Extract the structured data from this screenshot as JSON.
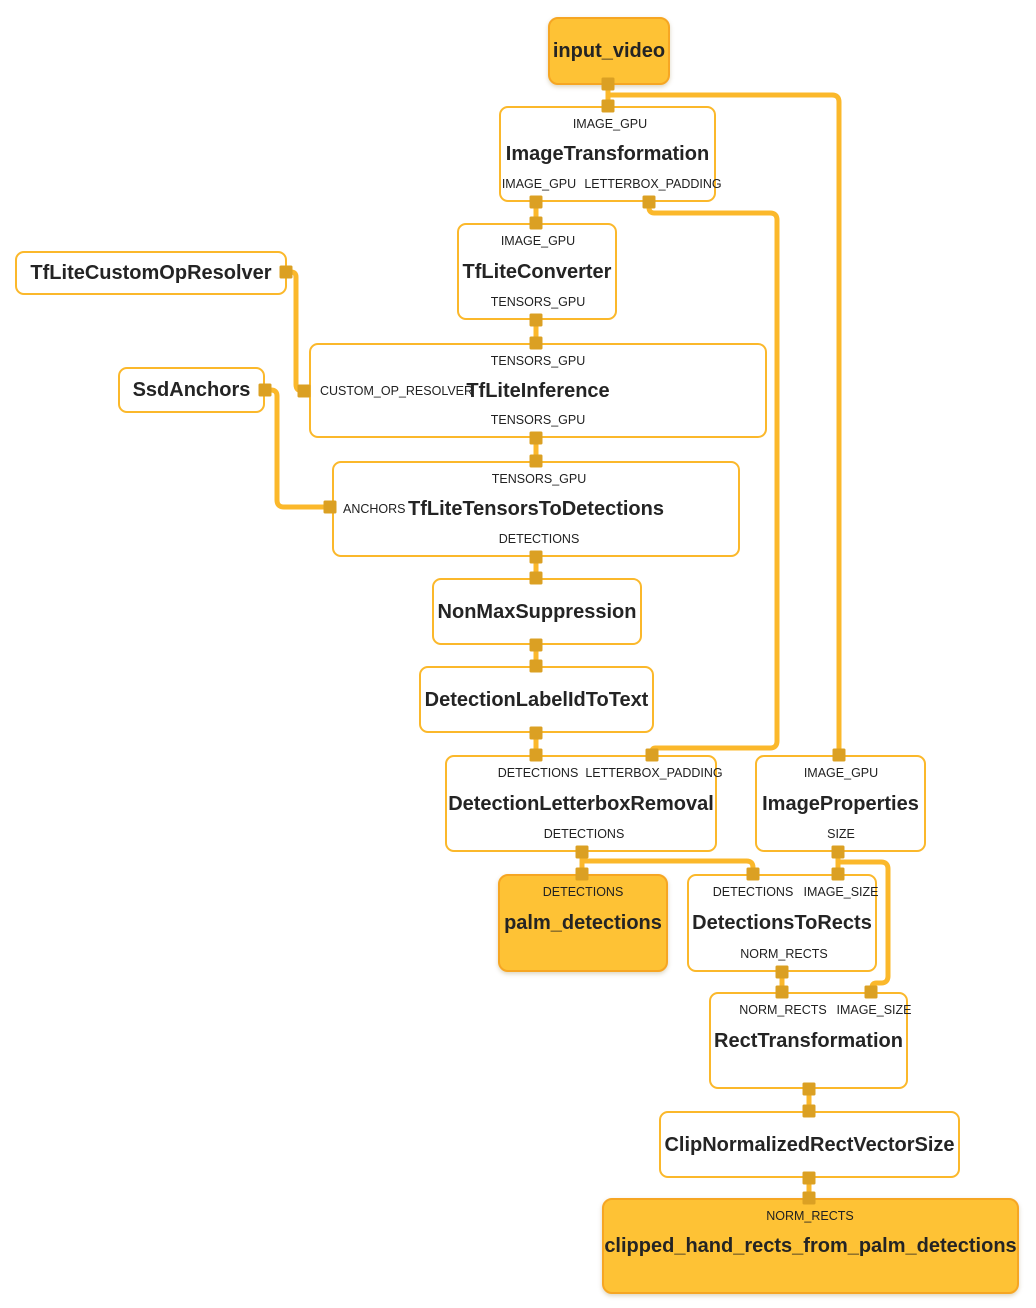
{
  "colors": {
    "edge": "#FBB82B",
    "connector": "#DBA023",
    "calculator_border": "#FBB82B",
    "stream_fill": "#FEC235",
    "stream_border": "#F6A623",
    "text": "#242424"
  },
  "nodes": {
    "input_video": {
      "title": "input_video"
    },
    "image_transformation": {
      "title": "ImageTransformation",
      "in_top": [
        "IMAGE_GPU"
      ],
      "out_bottom": [
        "IMAGE_GPU",
        "LETTERBOX_PADDING"
      ]
    },
    "tflite_converter": {
      "title": "TfLiteConverter",
      "in_top": [
        "IMAGE_GPU"
      ],
      "out_bottom": [
        "TENSORS_GPU"
      ]
    },
    "tflite_custom_op_resolver": {
      "title": "TfLiteCustomOpResolver"
    },
    "ssd_anchors": {
      "title": "SsdAnchors"
    },
    "tflite_inference": {
      "title": "TfLiteInference",
      "in_top": [
        "TENSORS_GPU"
      ],
      "in_left": "CUSTOM_OP_RESOLVER",
      "out_bottom": [
        "TENSORS_GPU"
      ]
    },
    "tflite_tensors_to_detections": {
      "title": "TfLiteTensorsToDetections",
      "in_top": [
        "TENSORS_GPU"
      ],
      "in_left": "ANCHORS",
      "out_bottom": [
        "DETECTIONS"
      ]
    },
    "non_max_suppression": {
      "title": "NonMaxSuppression"
    },
    "detection_label_id_to_text": {
      "title": "DetectionLabelIdToText"
    },
    "detection_letterbox_removal": {
      "title": "DetectionLetterboxRemoval",
      "in_top": [
        "DETECTIONS",
        "LETTERBOX_PADDING"
      ],
      "out_bottom": [
        "DETECTIONS"
      ]
    },
    "image_properties": {
      "title": "ImageProperties",
      "in_top": [
        "IMAGE_GPU"
      ],
      "out_bottom": [
        "SIZE"
      ]
    },
    "palm_detections": {
      "title": "palm_detections",
      "in_top": [
        "DETECTIONS"
      ]
    },
    "detections_to_rects": {
      "title": "DetectionsToRects",
      "in_top": [
        "DETECTIONS",
        "IMAGE_SIZE"
      ],
      "out_bottom": [
        "NORM_RECTS"
      ]
    },
    "rect_transformation": {
      "title": "RectTransformation",
      "in_top": [
        "NORM_RECTS",
        "IMAGE_SIZE"
      ]
    },
    "clip_normalized_rect_vector_size": {
      "title": "ClipNormalizedRectVectorSize"
    },
    "clipped_hand_rects_from_palm_detections": {
      "title": "clipped_hand_rects_from_palm_detections",
      "in_top": [
        "NORM_RECTS"
      ]
    }
  }
}
